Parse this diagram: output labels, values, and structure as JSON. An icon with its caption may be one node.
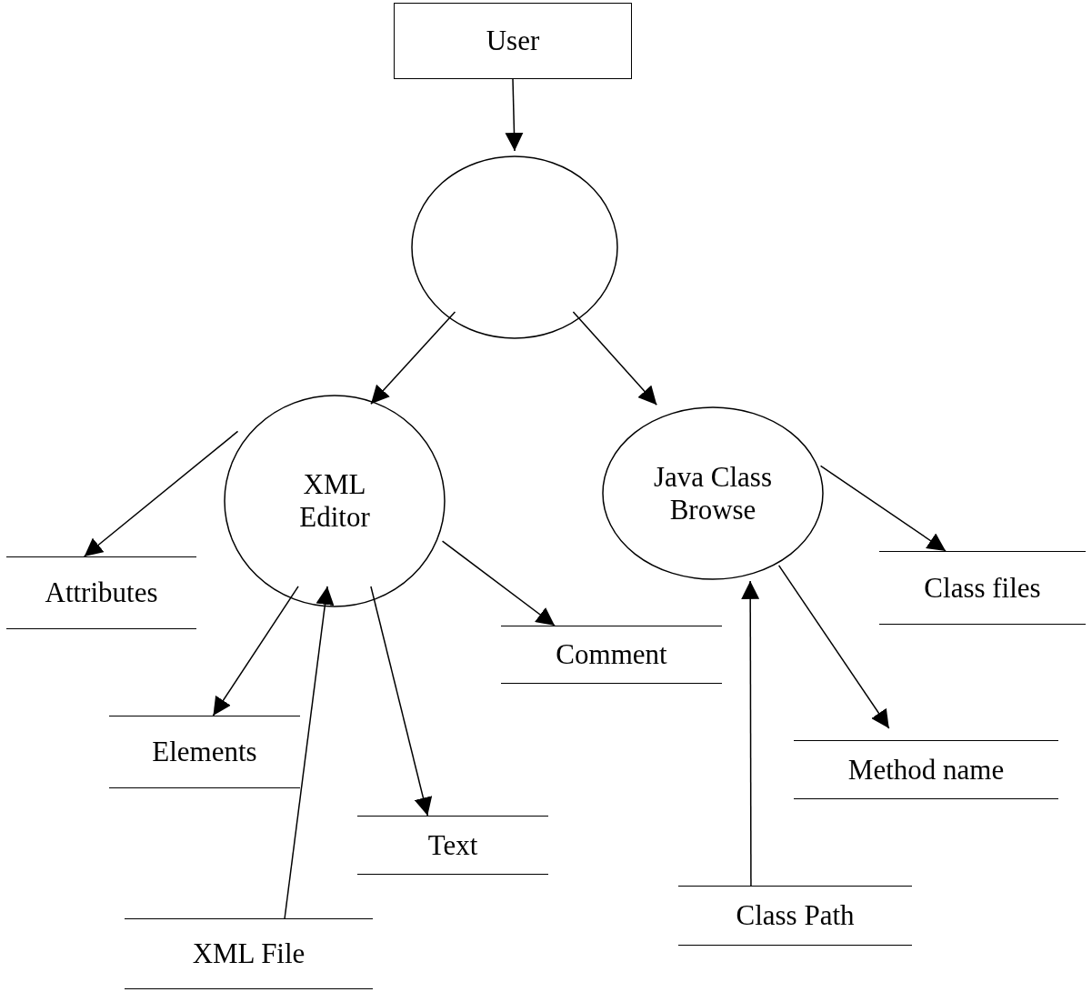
{
  "diagram": {
    "nodes": [
      {
        "text": [
          "User"
        ]
      },
      {
        "text": [],
        "shape": "circle"
      },
      {
        "text": [
          "XML Editor"
        ]
      },
      {
        "text": [
          "Java Class Browse"
        ]
      },
      {
        "text": [
          "Attributes"
        ]
      },
      {
        "text": [
          "Elements"
        ]
      },
      {
        "text": [
          "Comment"
        ]
      },
      {
        "text": [
          "Text"
        ]
      },
      {
        "text": [
          "XML File"
        ]
      },
      {
        "text": [
          "Class files"
        ]
      },
      {
        "text": [
          "Method name"
        ]
      },
      {
        "text": [
          "Class Path"
        ]
      }
    ],
    "edges": [
      {
        "from": 0,
        "to": 1,
        "arrow": "to"
      },
      {
        "from": 1,
        "to": 2,
        "arrow": "to"
      },
      {
        "from": 1,
        "to": 3,
        "arrow": "to"
      },
      {
        "from": 2,
        "to": 4,
        "arrow": "to"
      },
      {
        "from": 2,
        "to": 5,
        "arrow": "to"
      },
      {
        "from": 2,
        "to": 6,
        "arrow": "to"
      },
      {
        "from": 2,
        "to": 7,
        "arrow": "to"
      },
      {
        "from": 8,
        "to": 2,
        "arrow": "to"
      },
      {
        "from": 3,
        "to": 9,
        "arrow": "to"
      },
      {
        "from": 3,
        "to": 10,
        "arrow": "to"
      },
      {
        "from": 11,
        "to": 3,
        "arrow": "to"
      }
    ]
  }
}
